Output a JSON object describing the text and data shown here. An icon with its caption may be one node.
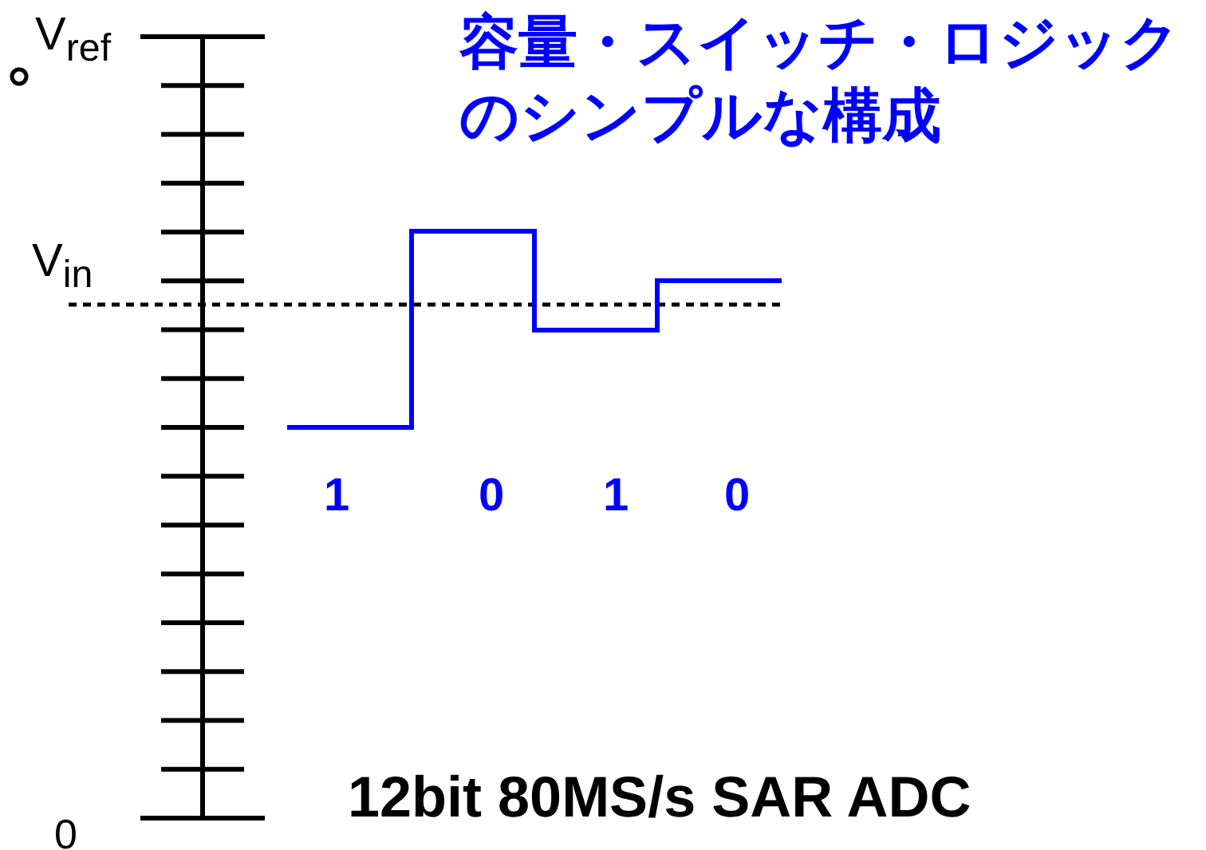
{
  "diagram": {
    "title": "容量・スイッチ・ロジックのシンプルな構成",
    "labels": [
      "V$_{ref}$",
      "V$_{in}$",
      "0",
      "1",
      "0",
      "1",
      "0",
      "12bit 80MS/s SAR ADC"
    ]
  }
}
